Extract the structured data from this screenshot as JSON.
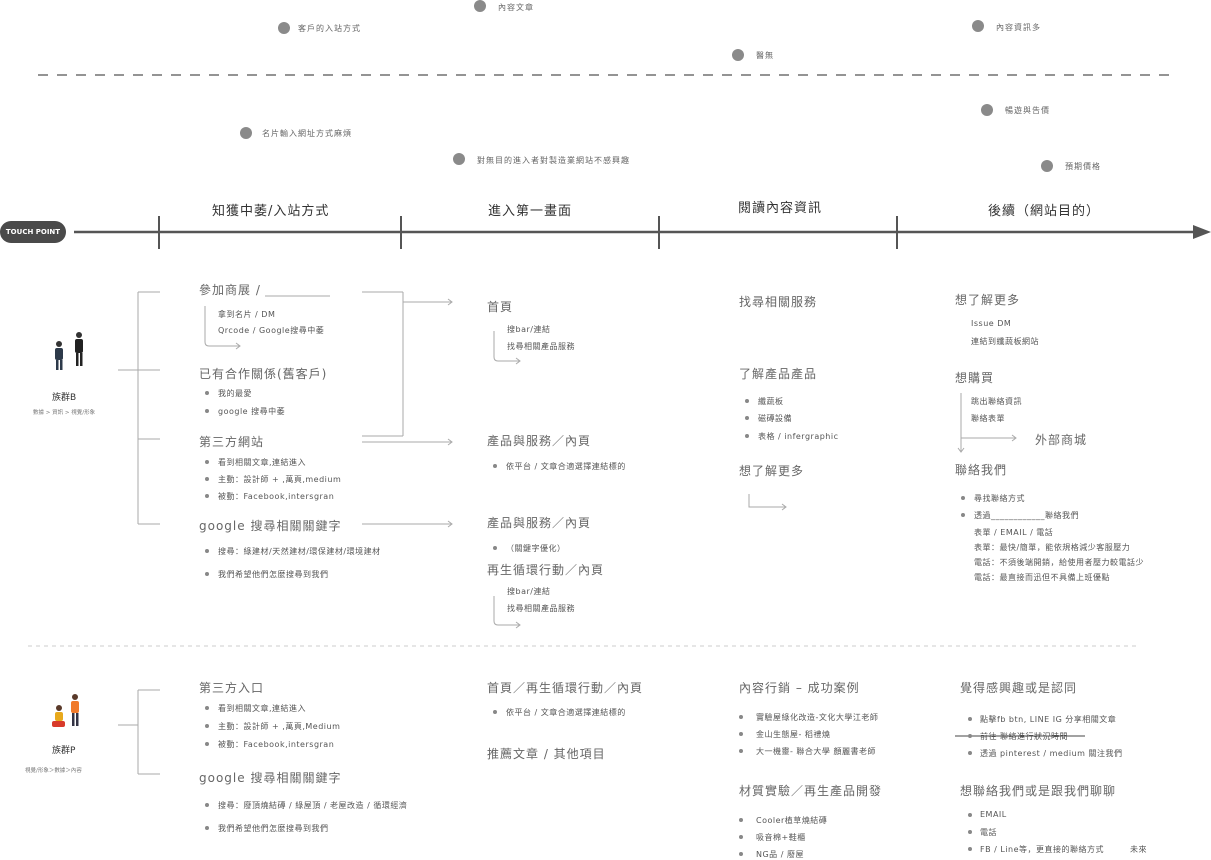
{
  "top_notes": [
    "客戶的入站方式",
    "內容文章",
    "內容資訊多",
    "醫無",
    "名片輸入網址方式麻煩",
    "對無目的進入者對製造業網站不感興趣",
    "暢遊與告價",
    "預期價格"
  ],
  "touch_point": "TOUCH POINT",
  "stages": [
    "知獲中萎/入站方式",
    "進入第一畫面",
    "閱讀內容資訊",
    "後續（網站目的）"
  ],
  "persona_b": {
    "name": "族群B",
    "desc": "數據 > 資訊 > 視覺/形象"
  },
  "persona_p": {
    "name": "族群P",
    "desc": "視覺/形象＞數據＞內容"
  },
  "b_col1": {
    "h1": "參加商展 /",
    "h1_items": [
      "拿到名片 / DM",
      "Qrcode / Google搜尋中萎"
    ],
    "h2": "已有合作關係(舊客戶)",
    "h2_items": [
      "我的最愛",
      "google 搜尋中萎"
    ],
    "h3": "第三方網站",
    "h3_items": [
      "看到相關文章,連結進入",
      "主動：設計師 + ,萬頁,medium",
      "被動：Facebook,intersgran"
    ],
    "h4": "google 搜尋相關關鍵字",
    "h4_items": [
      "搜尋：綠建材/天然建材/環保建材/環境建材",
      "我們希望他們怎麼搜尋到我們"
    ]
  },
  "b_col2": {
    "h1": "首頁",
    "h1_items": [
      "搜bar/連結",
      "找尋相關產品服務"
    ],
    "h2": "產品與服務／內頁",
    "h2_items": [
      "依平台 / 文章合適選擇連結標的"
    ],
    "h3": "產品與服務／內頁",
    "h3_items": [
      "（關鍵字優化）"
    ],
    "h4": "再生循環行動／內頁",
    "h4_items": [
      "搜bar/連結",
      "找尋相關產品服務"
    ]
  },
  "b_col3": {
    "h1": "找尋相關服務",
    "h2": "了解產品產品",
    "h2_items": [
      "纖蔬板",
      "磁磚設備",
      "表格 / infergraphic"
    ],
    "h3": "想了解更多"
  },
  "b_col4": {
    "h1": "想了解更多",
    "h1_items": [
      "Issue DM",
      "連結到纖蔬板網站"
    ],
    "h2": "想購買",
    "h2_items": [
      "跳出聯絡資訊",
      "聯絡表單"
    ],
    "external": "外部商城",
    "h3": "聯絡我們",
    "h3_items": [
      "尋找聯絡方式",
      "透過____________聯絡我們"
    ],
    "h3_sub": [
      "表單 / EMAIL / 電話",
      "表單：最快/簡單，能依規格減少客服壓力",
      "電話：不須後端開銷，給使用者壓力較電話少",
      "電話：最直接而迅但不具備上班優點"
    ]
  },
  "p_col1": {
    "h1": "第三方入口",
    "h1_items": [
      "看到相關文章,連結進入",
      "主動：設計師 + ,萬頁,Medium",
      "被動：Facebook,intersgran"
    ],
    "h2": "google 搜尋相關關鍵字",
    "h2_items": [
      "搜尋：廢頂燒結磚 / 綠屋頂 / 老屋改造 / 循環經濟",
      "我們希望他們怎麼搜尋到我們"
    ]
  },
  "p_col2": {
    "h1": "首頁／再生循環行動／內頁",
    "h1_items": [
      "依平台 / 文章合適選擇連結標的"
    ],
    "h2": "推薦文章 / 其他項目"
  },
  "p_col3": {
    "h1": "內容行銷 – 成功案例",
    "h1_items": [
      "實驗屋綠化改造-文化大學江老師",
      "金山生態屋- 稻禮燒",
      "大一機靈- 聯合大學 顏麗書老師"
    ],
    "h2": "材質實驗／再生產品開發",
    "h2_items": [
      "Cooler植草燒結磚",
      "吸音棉+鞋櫃",
      "NG品 / 廢屋"
    ]
  },
  "p_col4": {
    "h1": "覺得感興趣或是認同",
    "h1_items": [
      "點擊fb btn, LINE IG 分享相關文章",
      "前往 聯絡進行狀況時間",
      "透過 pinterest / medium 關注我們"
    ],
    "h2": "想聯絡我們或是跟我們聊聊",
    "h2_items": [
      "EMAIL",
      "電話",
      "FB / Line等，更直接的聯絡方式"
    ],
    "extra": "未來"
  }
}
